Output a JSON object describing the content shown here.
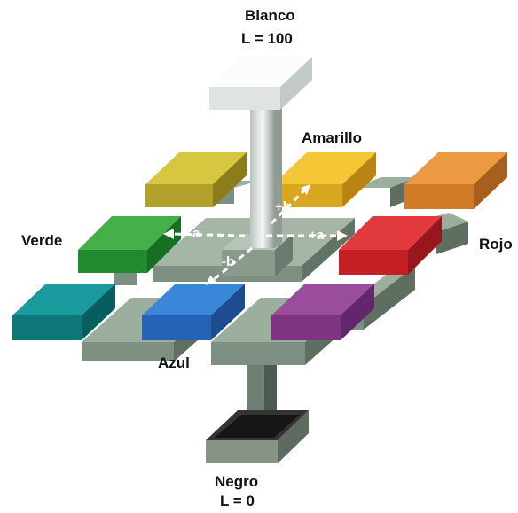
{
  "labels": {
    "white_name": "Blanco",
    "white_value": "L = 100",
    "black_name": "Negro",
    "black_value": "L = 0",
    "yellow": "Amarillo",
    "green": "Verde",
    "red": "Rojo",
    "blue": "Azul"
  },
  "axes": {
    "neg_a": "-a",
    "pos_a": "+a",
    "pos_b": "+b",
    "neg_b": "-b"
  },
  "colors": {
    "white_block": "#f2f4f3",
    "black_block": "#1c1c1c",
    "frame": "#8da08f",
    "olive": "#cdbd3a",
    "yellow": "#f0c030",
    "orange": "#e08a35",
    "green": "#2e9d3a",
    "red": "#d02a2e",
    "teal": "#0e8a8c",
    "blue": "#2e74c8",
    "purple": "#8a3f8c"
  }
}
